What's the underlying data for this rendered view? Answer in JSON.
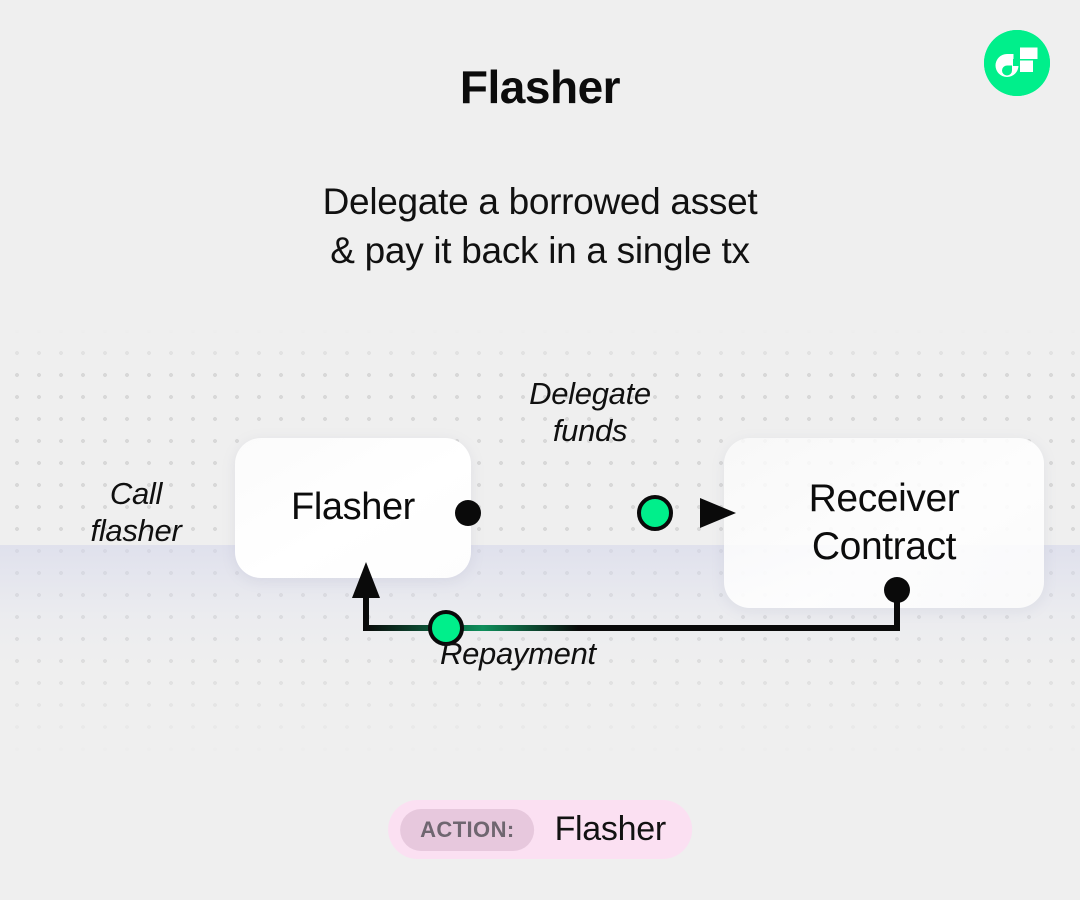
{
  "header": {
    "title": "Flasher",
    "subtitle_lines": [
      "Delegate a borrowed asset",
      "& pay it back in a single tx"
    ],
    "logo_icon": "flow-logo-icon"
  },
  "diagram": {
    "nodes": {
      "flasher": {
        "label": "Flasher"
      },
      "receiver": {
        "label_lines": [
          "Receiver",
          "Contract"
        ]
      }
    },
    "captions": {
      "call_flasher_lines": [
        "Call",
        "flasher"
      ],
      "delegate_funds_lines": [
        "Delegate",
        "funds"
      ],
      "repayment": "Repayment"
    }
  },
  "footer": {
    "action_key": "ACTION:",
    "action_value": "Flasher"
  },
  "colors": {
    "background": "#efefef",
    "accent_green": "#00ef8b",
    "connector_black": "#0a0a0a",
    "badge_background": "#fbe0f2",
    "badge_key_background": "#e7c8dd",
    "dot_grid": "#d8d8d8"
  }
}
